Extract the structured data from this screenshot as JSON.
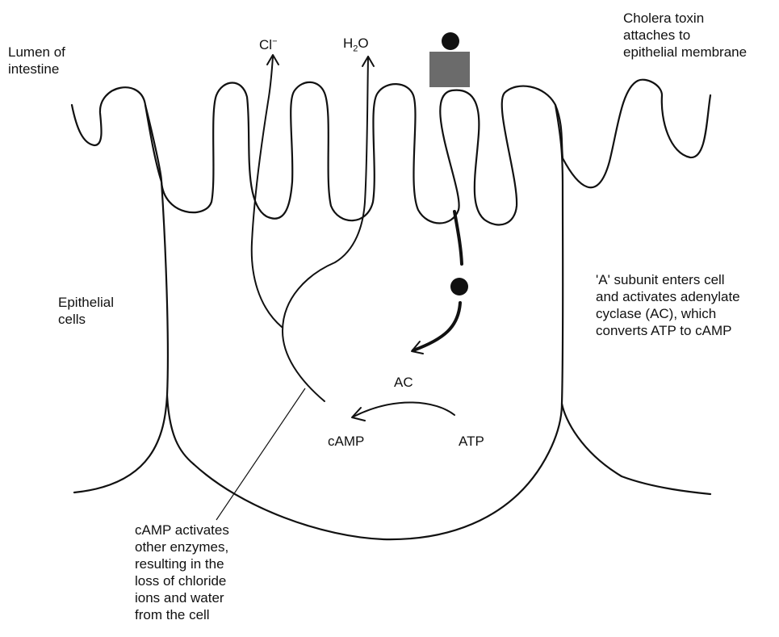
{
  "labels": {
    "lumen": [
      "Lumen of",
      "intestine"
    ],
    "toxin": [
      "Cholera toxin",
      "attaches to",
      "epithelial membrane"
    ],
    "epithelial": [
      "Epithelial",
      "cells"
    ],
    "a_subunit": [
      "'A' subunit enters cell",
      "and activates adenylate",
      "cyclase (AC), which",
      "converts ATP to cAMP"
    ],
    "camp_effect": [
      "cAMP activates",
      "other enzymes,",
      "resulting in the",
      "loss of chloride",
      "ions and water",
      "from the cell"
    ],
    "ac": "AC",
    "camp": "cAMP",
    "atp": "ATP"
  },
  "ions": {
    "chloride": {
      "base": "Cl",
      "sup": "−"
    },
    "water": {
      "pre": "H",
      "sub": "2",
      "post": "O"
    }
  },
  "colors": {
    "stroke": "#111111",
    "toxin_b_subunit": "#6b6b6b",
    "toxin_a_subunit": "#111111"
  }
}
